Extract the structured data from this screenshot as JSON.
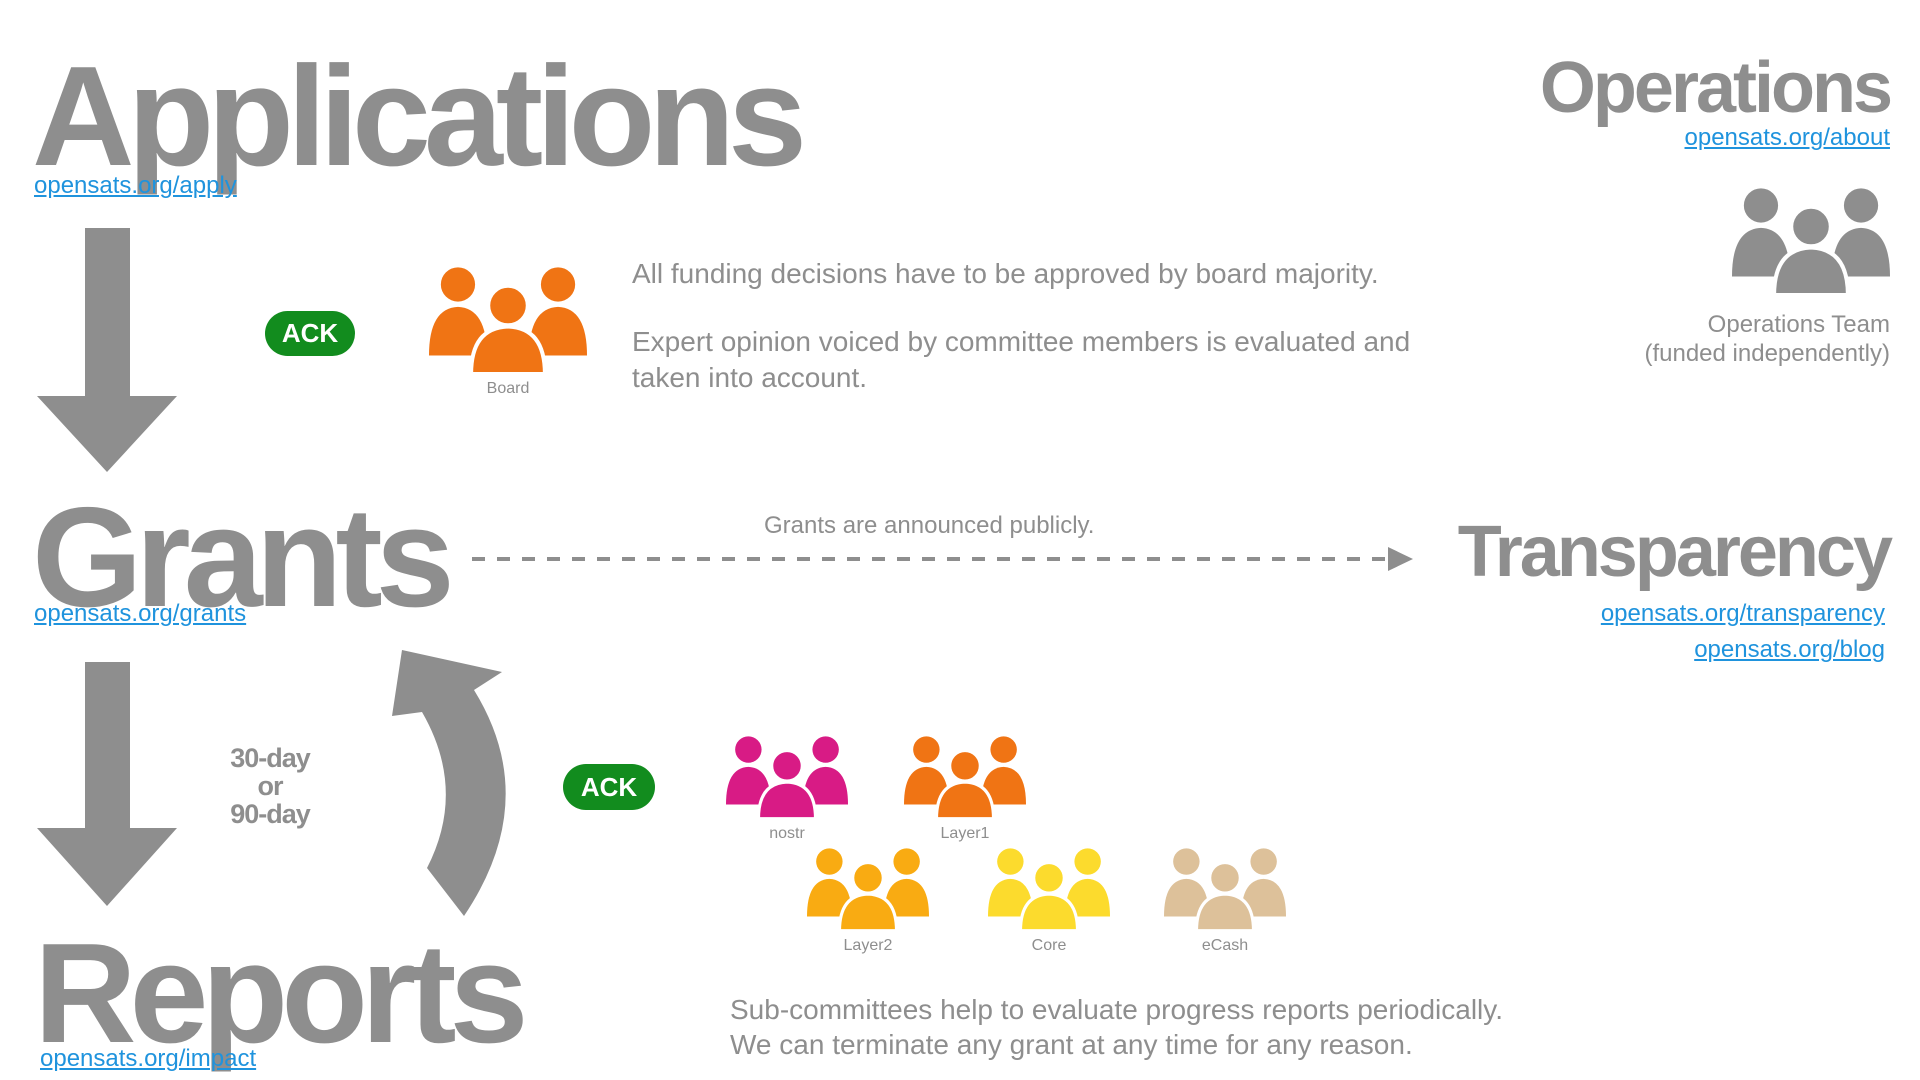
{
  "applications": {
    "title": "Applications",
    "link": "opensats.org/apply"
  },
  "grants": {
    "title": "Grants",
    "link": "opensats.org/grants"
  },
  "reports": {
    "title": "Reports",
    "link": "opensats.org/impact"
  },
  "operations": {
    "title": "Operations",
    "link": "opensats.org/about",
    "caption_line1": "Operations Team",
    "caption_line2": "(funded independently)"
  },
  "transparency": {
    "title": "Transparency",
    "link1": "opensats.org/transparency",
    "link2": "opensats.org/blog"
  },
  "board": {
    "ack": "ACK",
    "label": "Board",
    "text1": "All funding decisions have to be approved by board majority.",
    "text2_line1": "Expert opinion voiced by committee members is evaluated and",
    "text2_line2": "taken into account."
  },
  "announce": "Grants are announced publicly.",
  "cycle": {
    "line1": "30-day",
    "line2": "or",
    "line3": "90-day"
  },
  "subcommittees": {
    "ack": "ACK",
    "groups": [
      {
        "label": "nostr",
        "color": "#d81b85"
      },
      {
        "label": "Layer1",
        "color": "#f07414"
      },
      {
        "label": "Layer2",
        "color": "#f9ab12"
      },
      {
        "label": "Core",
        "color": "#fcdb2d"
      },
      {
        "label": "eCash",
        "color": "#ddc19a"
      }
    ],
    "text_line1": "Sub-committees help to evaluate progress reports periodically.",
    "text_line2": "We can terminate any grant at any time for any reason."
  },
  "colors": {
    "board": "#f07414",
    "operations": "#8e8e8e",
    "ack": "#128c1e",
    "link": "#1f93dd",
    "gray": "#8e8e8e"
  }
}
